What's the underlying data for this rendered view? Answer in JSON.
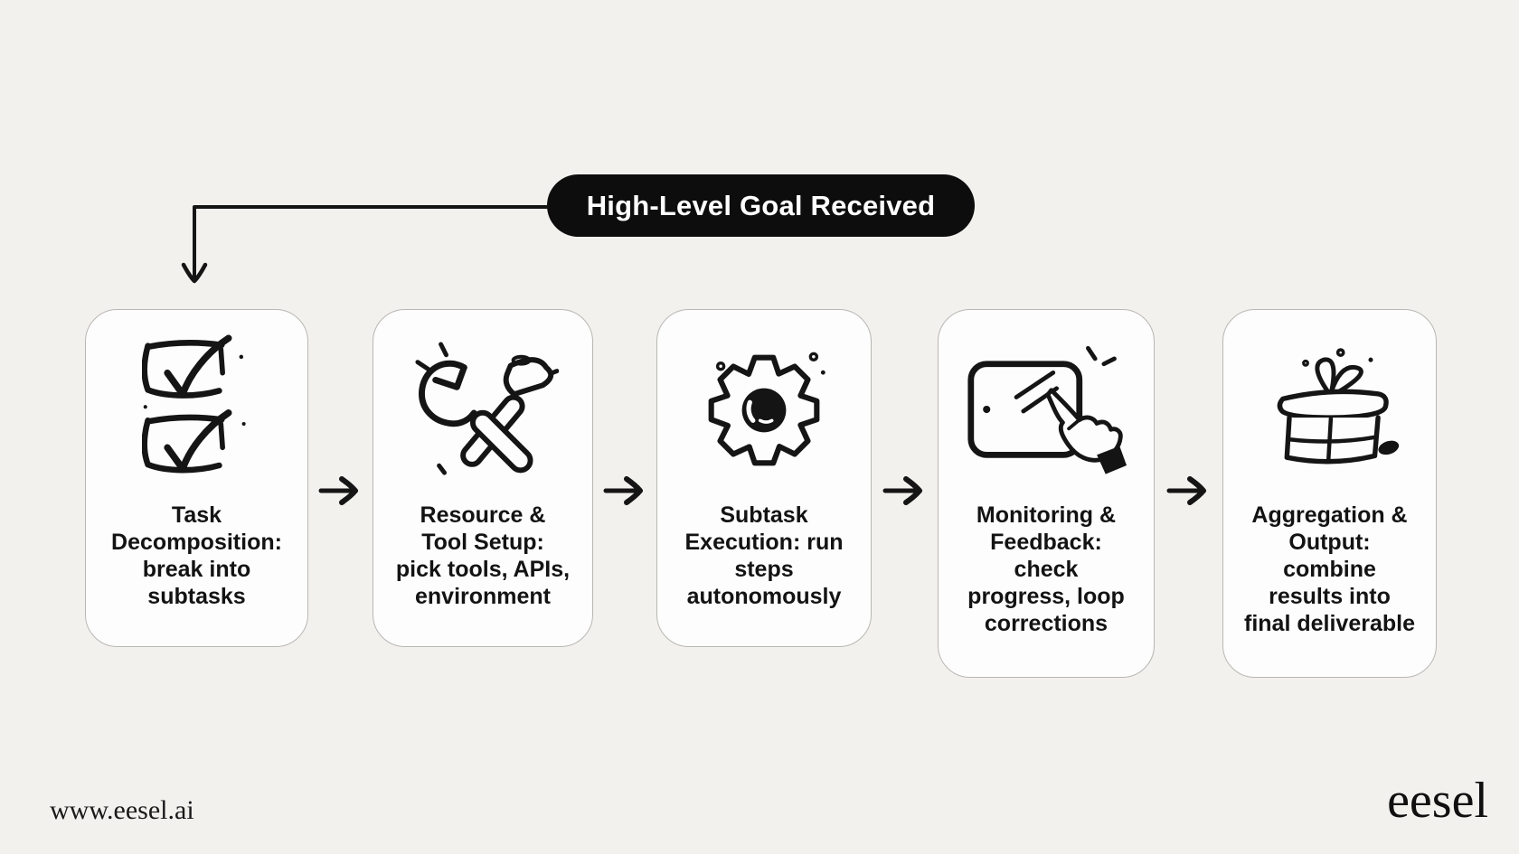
{
  "goal_pill": {
    "label": "High-Level Goal Received"
  },
  "steps": [
    {
      "icon": "checklist-icon",
      "label": [
        "Task",
        "Decomposition:",
        "break into",
        "subtasks"
      ]
    },
    {
      "icon": "tools-icon",
      "label": [
        "Resource &",
        "Tool Setup:",
        "pick tools, APIs,",
        "environment"
      ]
    },
    {
      "icon": "gear-icon",
      "label": [
        "Subtask",
        "Execution: run",
        "steps",
        "autonomously"
      ]
    },
    {
      "icon": "monitor-touch-icon",
      "label": [
        "Monitoring &",
        "Feedback:",
        "check",
        "progress, loop",
        "corrections"
      ]
    },
    {
      "icon": "gift-icon",
      "label": [
        "Aggregation &",
        "Output:",
        "combine",
        "results into",
        "final deliverable"
      ]
    }
  ],
  "footer": {
    "website": "www.eesel.ai",
    "brand": "eesel"
  },
  "colors": {
    "background": "#f2f1ee",
    "card_background": "#fdfdfd",
    "card_border": "#b9b7b3",
    "pill_background": "#0d0d0d",
    "pill_text": "#ffffff",
    "ink": "#151515"
  }
}
